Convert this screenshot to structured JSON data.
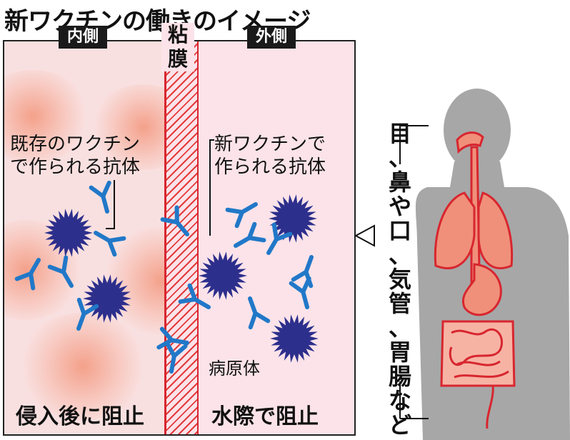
{
  "title": "新ワクチンの働きのイメージ",
  "inner": {
    "label": "内側",
    "antibody_note": [
      "既存のワクチン",
      "で作られる抗体"
    ],
    "result": "侵入後に阻止"
  },
  "mucus": {
    "label": "粘膜"
  },
  "outer": {
    "label": "外側",
    "antibody_note": [
      "新ワクチンで",
      "作られる抗体"
    ],
    "pathogen": "病原体",
    "result": "水際で阻止"
  },
  "body_callout": "目、鼻や口、気管、胃腸など",
  "colors": {
    "pathogen": "#2d2f8c",
    "antibody": "#2178c8",
    "mucus": "#d8262f",
    "organs": "#f0907a",
    "silhouette": "#a7a7a7"
  }
}
